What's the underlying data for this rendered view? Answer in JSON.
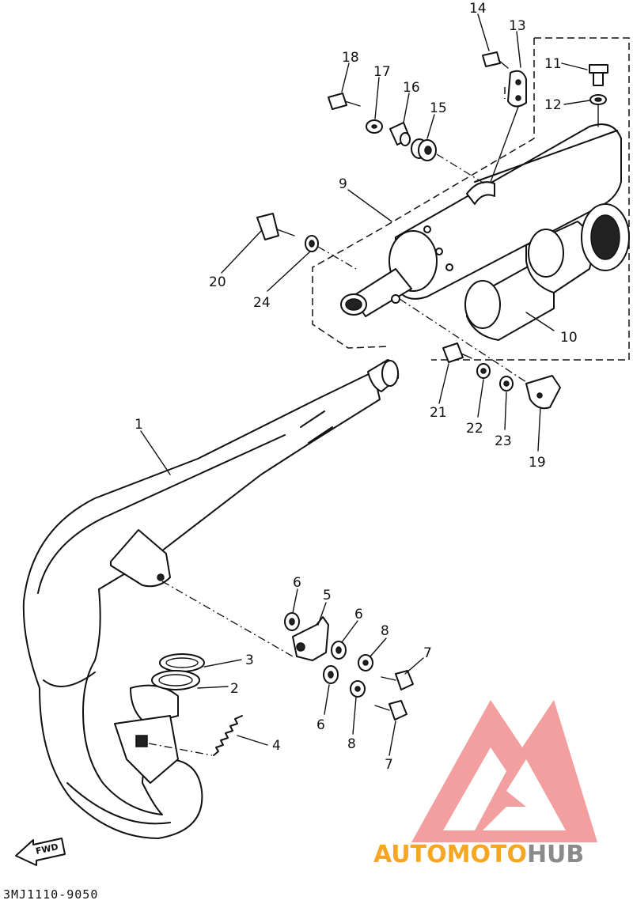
{
  "diagram": {
    "code": "3MJ1110-9050",
    "fwd_label": "FWD",
    "callouts": [
      {
        "id": "c1",
        "label": "1"
      },
      {
        "id": "c2",
        "label": "2"
      },
      {
        "id": "c3",
        "label": "3"
      },
      {
        "id": "c4",
        "label": "4"
      },
      {
        "id": "c5",
        "label": "5"
      },
      {
        "id": "c6a",
        "label": "6"
      },
      {
        "id": "c6b",
        "label": "6"
      },
      {
        "id": "c6c",
        "label": "6"
      },
      {
        "id": "c7a",
        "label": "7"
      },
      {
        "id": "c7b",
        "label": "7"
      },
      {
        "id": "c8a",
        "label": "8"
      },
      {
        "id": "c8b",
        "label": "8"
      },
      {
        "id": "c9",
        "label": "9"
      },
      {
        "id": "c10",
        "label": "10"
      },
      {
        "id": "c11",
        "label": "11"
      },
      {
        "id": "c12",
        "label": "12"
      },
      {
        "id": "c13",
        "label": "13"
      },
      {
        "id": "c14",
        "label": "14"
      },
      {
        "id": "c15",
        "label": "15"
      },
      {
        "id": "c16",
        "label": "16"
      },
      {
        "id": "c17",
        "label": "17"
      },
      {
        "id": "c18",
        "label": "18"
      },
      {
        "id": "c19",
        "label": "19"
      },
      {
        "id": "c20",
        "label": "20"
      },
      {
        "id": "c21",
        "label": "21"
      },
      {
        "id": "c22",
        "label": "22"
      },
      {
        "id": "c23",
        "label": "23"
      },
      {
        "id": "c24",
        "label": "24"
      }
    ]
  },
  "watermark": {
    "brand_part1": "AUTOMOTO",
    "brand_part2": "HUB",
    "color_orange": "#f5a623",
    "color_gray": "#8a8a8a",
    "color_logo": "#f08080"
  }
}
